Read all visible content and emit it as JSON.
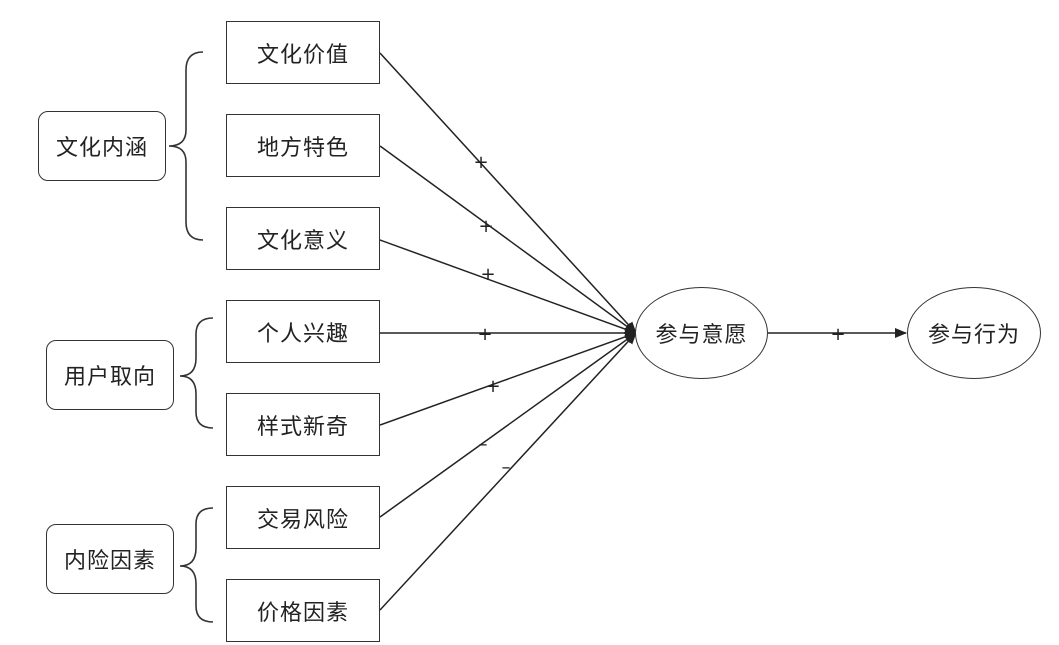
{
  "groups": [
    {
      "label": "文化内涵"
    },
    {
      "label": "用户取向"
    },
    {
      "label": "内险因素"
    }
  ],
  "factors": [
    {
      "label": "文化价值",
      "sign": "+"
    },
    {
      "label": "地方特色",
      "sign": "+"
    },
    {
      "label": "文化意义",
      "sign": "+"
    },
    {
      "label": "个人兴趣",
      "sign": "+"
    },
    {
      "label": "样式新奇",
      "sign": "+"
    },
    {
      "label": "交易风险",
      "sign": "–"
    },
    {
      "label": "价格因素",
      "sign": "–"
    }
  ],
  "intention": {
    "label": "参与意愿"
  },
  "behavior": {
    "label": "参与行为"
  },
  "intention_to_behavior_sign": "+"
}
